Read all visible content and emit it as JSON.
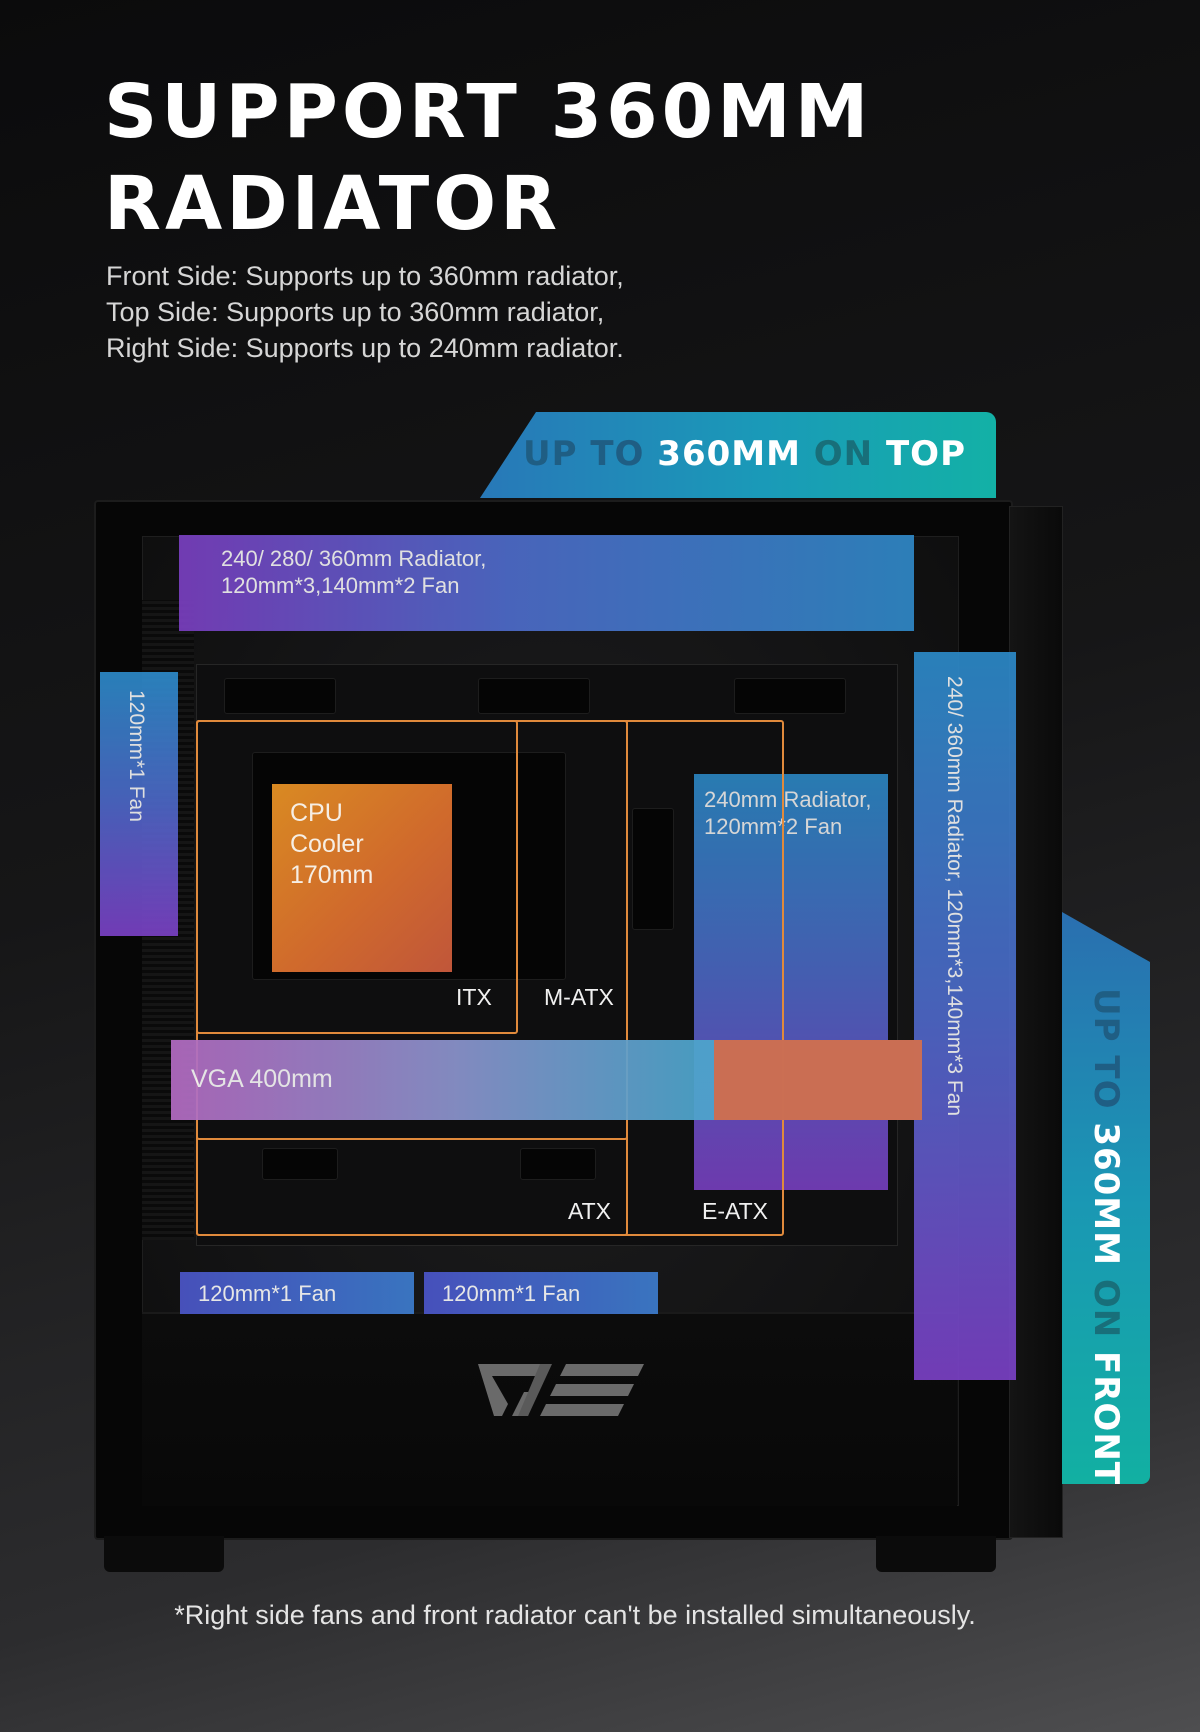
{
  "heading": {
    "line1": "SUPPORT 360MM",
    "line2": "RADIATOR"
  },
  "subheading": {
    "line1": "Front Side: Supports up to 360mm radiator,",
    "line2": "Top Side: Supports up to 360mm radiator,",
    "line3": "Right Side: Supports up to 240mm radiator."
  },
  "banners": {
    "top": {
      "w1": "UP",
      "w2": "TO",
      "w3": "360MM",
      "w4": "ON",
      "w5": "TOP"
    },
    "front": {
      "w1": "UP",
      "w2": "TO",
      "w3": "360MM",
      "w4": "ON",
      "w5": "FRONT"
    }
  },
  "zones": {
    "top_radiator": {
      "line1": "240/ 280/ 360mm Radiator,",
      "line2": "120mm*3,140mm*2 Fan"
    },
    "rear_fan": "120mm*1 Fan",
    "front_radiator": {
      "line1": "240/ 360mm Radiator,",
      "line2": "120mm*3,140mm*3 Fan"
    },
    "side_radiator": {
      "line1": "240mm Radiator,",
      "line2": "120mm*2 Fan"
    },
    "cpu_cooler": {
      "line1": "CPU",
      "line2": "Cooler",
      "line3": "170mm"
    },
    "vga": "VGA 400mm",
    "bottom_fan_1": "120mm*1 Fan",
    "bottom_fan_2": "120mm*1 Fan"
  },
  "board_sizes": {
    "itx": "ITX",
    "matx": "M-ATX",
    "atx": "ATX",
    "eatx": "E-ATX"
  },
  "footnote": "*Right side fans and front radiator can't be installed simultaneously.",
  "colors": {
    "accent_teal": "#13b1a6",
    "accent_blue": "#2878b8",
    "outline_orange": "#e08a3c",
    "cpu_orange": "#d98a22",
    "purple": "#7a3fc0"
  },
  "logo": {
    "icon": "darkflash-logo-icon"
  }
}
